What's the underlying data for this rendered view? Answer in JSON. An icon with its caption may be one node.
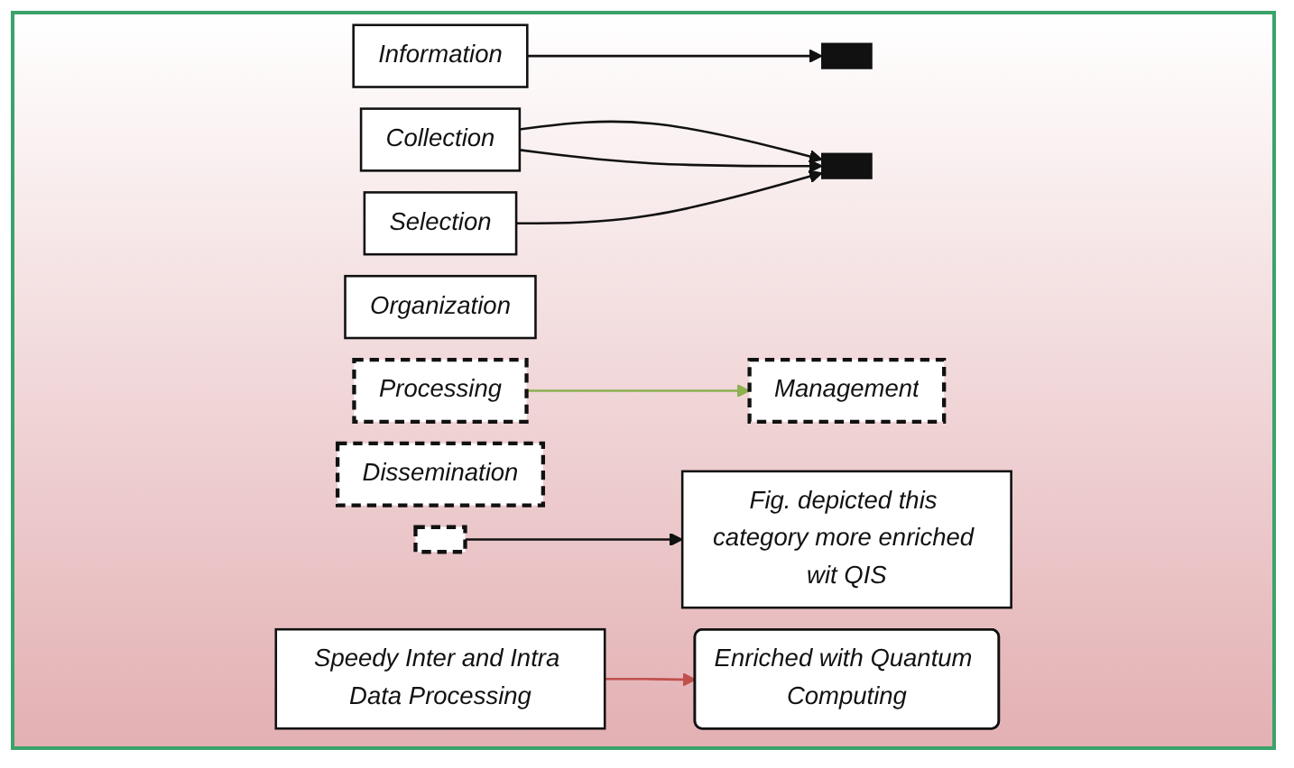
{
  "diagram": {
    "nodes": [
      {
        "text": [
          "Information"
        ]
      },
      {
        "text": [],
        "shape": "bar"
      },
      {
        "text": [
          "Collection"
        ]
      },
      {
        "text": [
          "Selection"
        ]
      },
      {
        "text": [
          "Organization"
        ]
      },
      {
        "text": [
          "Processing"
        ]
      },
      {
        "text": [
          "Dissemination"
        ]
      },
      {
        "text": [
          "Management"
        ]
      },
      {
        "text": [],
        "shape": "bar"
      },
      {
        "text": [
          "Enriched with Quantum Computing"
        ]
      },
      {
        "text": [],
        "shape": "box"
      },
      {
        "text": [
          "Fig. depicted this category more enriched wit QIS"
        ]
      },
      {
        "text": [
          "Speedy Inter and Intra Data Processing"
        ]
      }
    ],
    "edges": [
      {
        "from": 0,
        "to": 1,
        "arrow": "to"
      },
      {
        "from": 2,
        "to": 8,
        "arrow": "to"
      },
      {
        "from": 2,
        "to": 8,
        "arrow": "to"
      },
      {
        "from": 3,
        "to": 8,
        "arrow": "to"
      },
      {
        "from": 5,
        "to": 7,
        "arrow": "to",
        "color": "#8db052"
      },
      {
        "from": 12,
        "to": 9,
        "arrow": "to",
        "color": "#c0504d"
      },
      {
        "from": 10,
        "to": 11,
        "arrow": "to"
      }
    ]
  }
}
